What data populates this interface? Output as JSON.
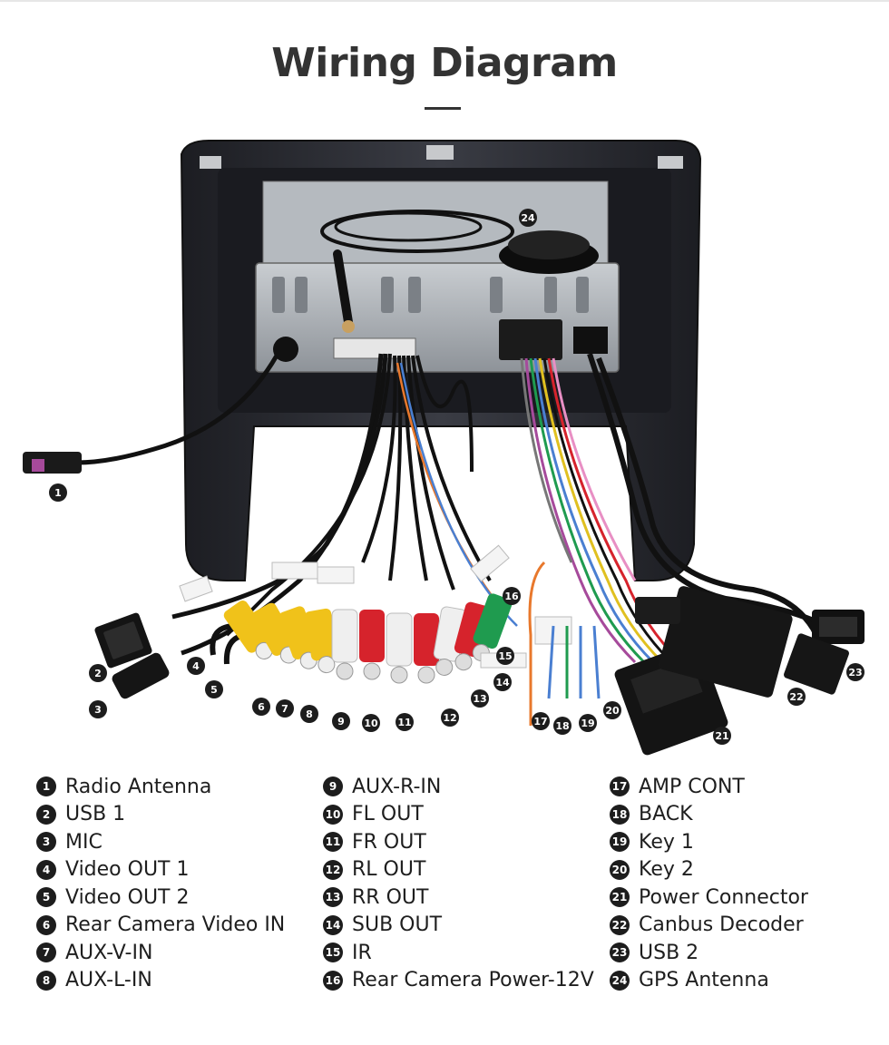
{
  "page": {
    "title": "Wiring Diagram"
  },
  "legend": [
    {
      "num": "1",
      "label": "Radio Antenna"
    },
    {
      "num": "2",
      "label": "USB 1"
    },
    {
      "num": "3",
      "label": "MIC"
    },
    {
      "num": "4",
      "label": "Video OUT 1"
    },
    {
      "num": "5",
      "label": "Video OUT 2"
    },
    {
      "num": "6",
      "label": "Rear Camera Video IN"
    },
    {
      "num": "7",
      "label": "AUX-V-IN"
    },
    {
      "num": "8",
      "label": "AUX-L-IN"
    },
    {
      "num": "9",
      "label": "AUX-R-IN"
    },
    {
      "num": "10",
      "label": "FL OUT"
    },
    {
      "num": "11",
      "label": "FR OUT"
    },
    {
      "num": "12",
      "label": "RL OUT"
    },
    {
      "num": "13",
      "label": "RR OUT"
    },
    {
      "num": "14",
      "label": "SUB OUT"
    },
    {
      "num": "15",
      "label": "IR"
    },
    {
      "num": "16",
      "label": "Rear Camera Power-12V"
    },
    {
      "num": "17",
      "label": "AMP CONT"
    },
    {
      "num": "18",
      "label": "BACK"
    },
    {
      "num": "19",
      "label": "Key 1"
    },
    {
      "num": "20",
      "label": "Key 2"
    },
    {
      "num": "21",
      "label": "Power Connector"
    },
    {
      "num": "22",
      "label": "Canbus Decoder"
    },
    {
      "num": "23",
      "label": "USB 2"
    },
    {
      "num": "24",
      "label": "GPS Antenna"
    }
  ],
  "colors": {
    "marker": "#1d1d1d",
    "frame": "#2b2d33",
    "metal": "#9ea3a8",
    "rca_yellow": "#f0c21a",
    "rca_white": "#efefef",
    "rca_red": "#d6232c",
    "rca_green": "#1f9b4f"
  }
}
